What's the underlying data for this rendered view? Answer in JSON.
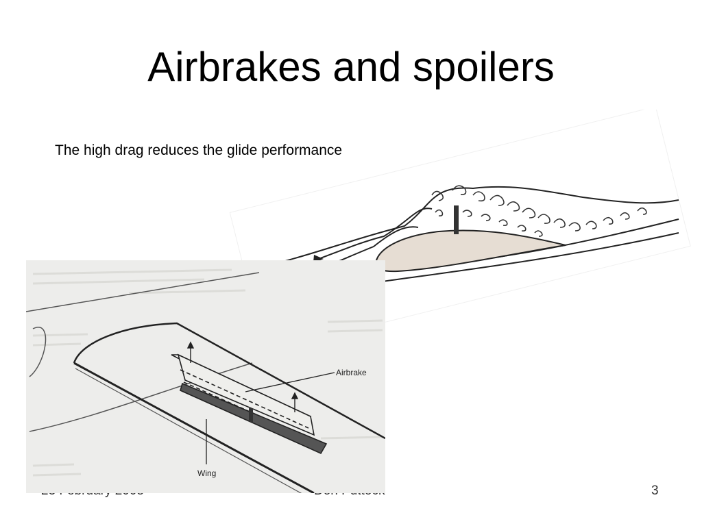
{
  "slide": {
    "title": "Airbrakes and spoilers",
    "subtitle": "The high drag reduces the glide performance",
    "footer": {
      "date": "23 February 2008",
      "author": "Don Puttock",
      "page_number": "3"
    }
  },
  "figures": {
    "wing_diagram": {
      "labels": {
        "airbrake": "Airbrake",
        "wing": "Wing"
      }
    }
  }
}
